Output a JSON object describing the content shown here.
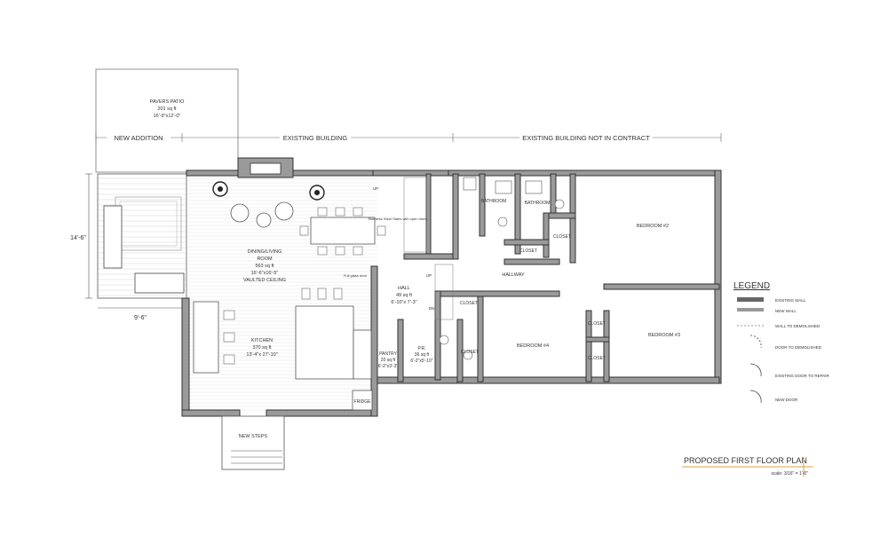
{
  "sections": {
    "new_addition": "NEW ADDITION",
    "existing_building": "EXISTING BUILDING",
    "not_in_contract": "EXISTING BUILDING NOT IN CONTRACT"
  },
  "dimensions": {
    "left_height": "14'-6\"",
    "bottom_width": "9'-6\""
  },
  "rooms": {
    "patio": {
      "name": "PAVERS PATIO",
      "area": "201 sq ft",
      "size": "16'-9\"x12'-0\""
    },
    "dining": {
      "name": "DINING/LIVING",
      "name2": "ROOM",
      "area": "563 sq ft",
      "size": "16'-6\"x16'-5\"",
      "note": "VAULTED CEILING"
    },
    "kitchen": {
      "name": "KITCHEN",
      "area": "370 sq ft",
      "size": "13'-4\"x 27'-10\""
    },
    "hall": {
      "name": "HALL",
      "area": "49 sq ft",
      "size": "6'-10\"x 7'-3\""
    },
    "pantry": {
      "name": "PANTRY",
      "area": "20 sq ft",
      "size": "6'-2\"x3'-3\""
    },
    "pr": {
      "name": "P.R.",
      "area": "36 sq ft",
      "size": "6'-2\"x5'-10\""
    },
    "bathroom1": "BATHROOM",
    "bathroom2": "BATHROOM",
    "bedroom2": "BEDROOM #2",
    "bedroom3": "BEDROOM #3",
    "bedroom4": "BEDROOM #4",
    "hallway": "HALLWAY",
    "closet_a": "CLOSET",
    "closet_b": "CLOSET",
    "closet_c": "CLOSET",
    "closet_d": "CLOSET",
    "closet_e": "CLOSET",
    "closet_f": "CLOSET",
    "fridge": "FRIDGE",
    "new_steps": "NEW STEPS"
  },
  "notes": {
    "stairs": "Stainless Steel Stairs with open risers",
    "glass_door": "Full glass door",
    "up1": "UP",
    "up2": "UP",
    "dn": "DN"
  },
  "legend": {
    "title": "LEGEND",
    "items": [
      {
        "label": "EXISTING WALL"
      },
      {
        "label": "NEW WALL"
      },
      {
        "label": "WALL TO DEMOLISHED"
      },
      {
        "label": "DOOR TO DEMOLISHED"
      },
      {
        "label": "EXISTING DOOR TO REPAIR"
      },
      {
        "label": "NEW DOOR"
      }
    ]
  },
  "title_block": {
    "title": "PROPOSED FIRST FLOOR PLAN",
    "scale": "scale: 3/16\" = 1'-0\""
  },
  "colors": {
    "wall": "#9a9a9a",
    "line": "#333333",
    "accent": "#d9a441"
  }
}
